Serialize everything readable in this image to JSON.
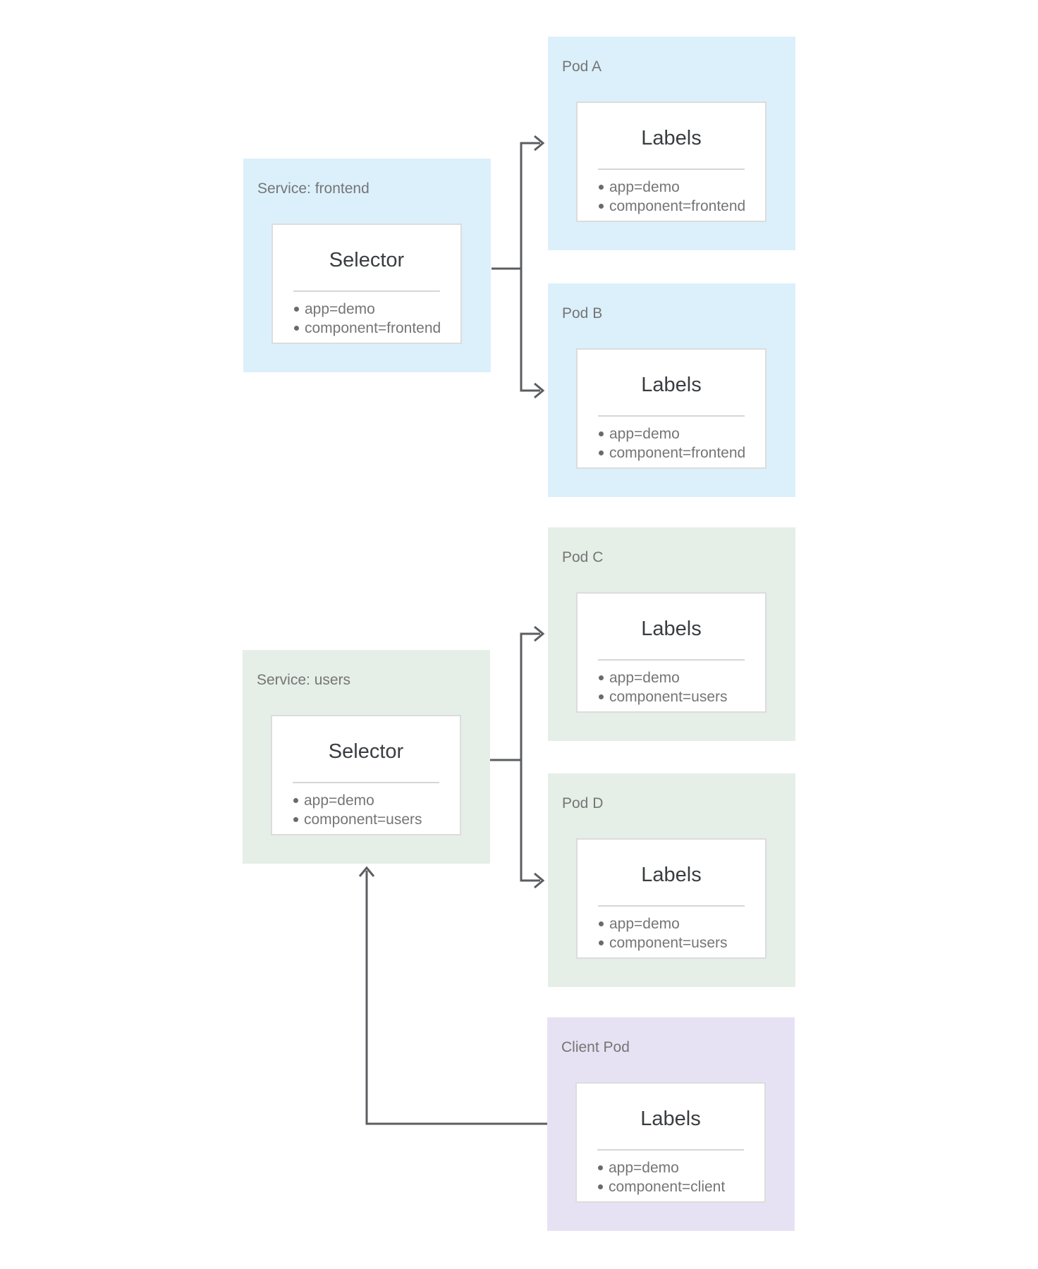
{
  "diagram": {
    "colors": {
      "frontend_group": "#dcf0fb",
      "users_group": "#e5eee7",
      "client_group": "#e7e2f3",
      "connector_line": "#5b5e61",
      "card_title_text": "#757575",
      "inner_heading_text": "#3a3d40"
    },
    "cards": [
      {
        "title": "Service: frontend",
        "inner_title": "Selector",
        "items": [
          "app=demo",
          "component=frontend"
        ]
      },
      {
        "title": "Pod A",
        "inner_title": "Labels",
        "items": [
          "app=demo",
          "component=frontend"
        ]
      },
      {
        "title": "Pod B",
        "inner_title": "Labels",
        "items": [
          "app=demo",
          "component=frontend"
        ]
      },
      {
        "title": "Pod C",
        "inner_title": "Labels",
        "items": [
          "app=demo",
          "component=users"
        ]
      },
      {
        "title": "Service: users",
        "inner_title": "Selector",
        "items": [
          "app=demo",
          "component=users"
        ]
      },
      {
        "title": "Pod D",
        "inner_title": "Labels",
        "items": [
          "app=demo",
          "component=users"
        ]
      },
      {
        "title": "Client Pod",
        "inner_title": "Labels",
        "items": [
          "app=demo",
          "component=client"
        ]
      }
    ],
    "connections": [
      {
        "from": "service-frontend-selector",
        "to": "pod-a"
      },
      {
        "from": "service-frontend-selector",
        "to": "pod-b"
      },
      {
        "from": "service-users-selector",
        "to": "pod-c"
      },
      {
        "from": "service-users-selector",
        "to": "pod-d"
      },
      {
        "from": "client-pod",
        "to": "service-users"
      }
    ]
  }
}
